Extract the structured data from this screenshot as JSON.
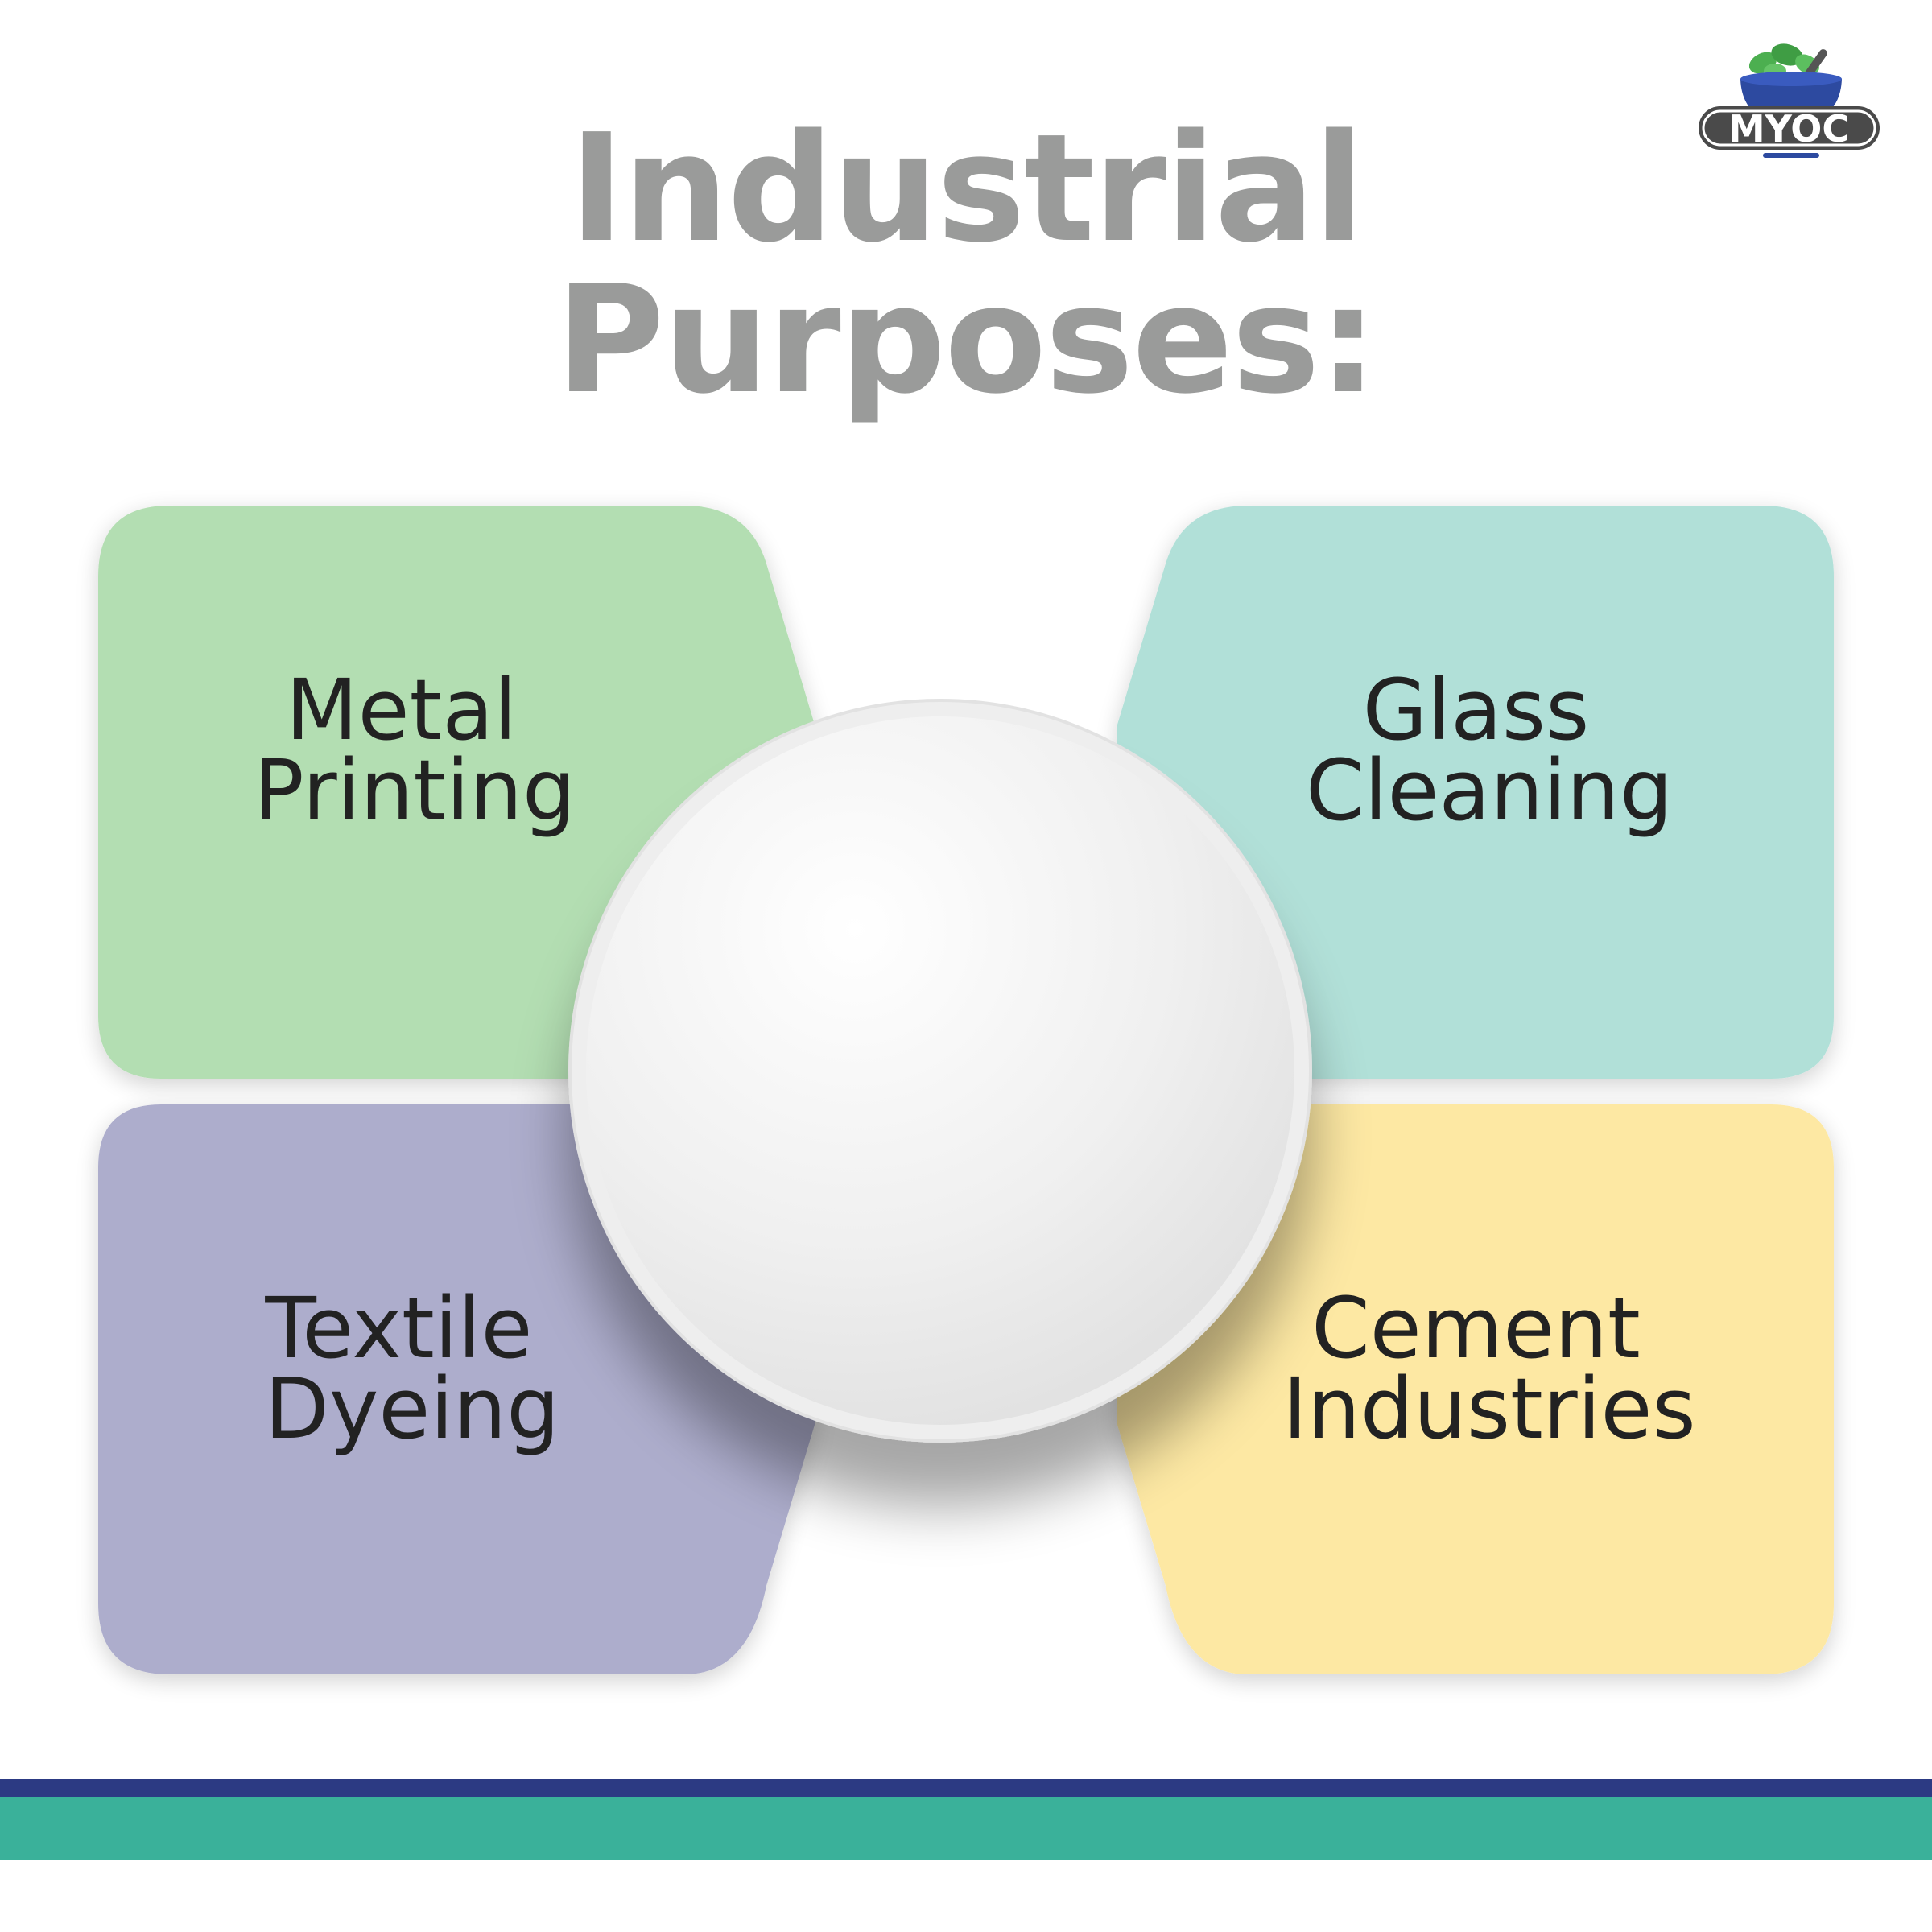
{
  "title": {
    "line1": "Industrial",
    "line2": "Purposes:"
  },
  "logo": {
    "text": "MYOC"
  },
  "boxes": [
    {
      "line1": "Metal",
      "line2": "Printing"
    },
    {
      "line1": "Glass",
      "line2": "Cleaning"
    },
    {
      "line1": "Textile",
      "line2": "Dyeing"
    },
    {
      "line1": "Cement",
      "line2": "Industries"
    }
  ],
  "colors": {
    "title": "#9a9b9a",
    "metal_printing": "#b3deb2",
    "glass_cleaning": "#b1e0d8",
    "textile_dyeing": "#adadcc",
    "cement_industries": "#fde8a3",
    "center_circle": "#f1f1f1",
    "stripe_navy": "#2c3a83",
    "stripe_teal": "#3ab19a",
    "logo_bowl": "#2d4aa0",
    "logo_leaf": "#4caf50",
    "logo_badge": "#4a4a4a"
  }
}
